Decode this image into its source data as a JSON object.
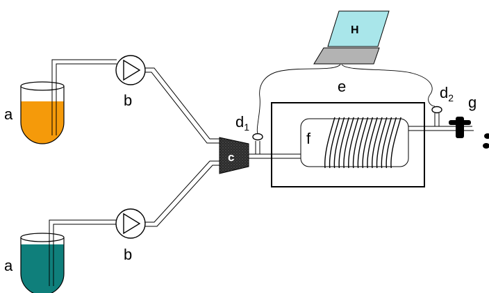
{
  "diagram": {
    "labels": {
      "a_top": "a",
      "a_bottom": "a",
      "b_top": "b",
      "b_bottom": "b",
      "c": "c",
      "d1_base": "d",
      "d1_sub": "1",
      "d2_base": "d",
      "d2_sub": "2",
      "e": "e",
      "f": "f",
      "g": "g",
      "h": "H"
    },
    "colors": {
      "top_liquid": "#f59a0a",
      "bottom_liquid": "#0f7f7b",
      "laptop_screen": "#a9e6ea",
      "laptop_base": "#b3b3b3",
      "mixer": "#333333"
    }
  }
}
